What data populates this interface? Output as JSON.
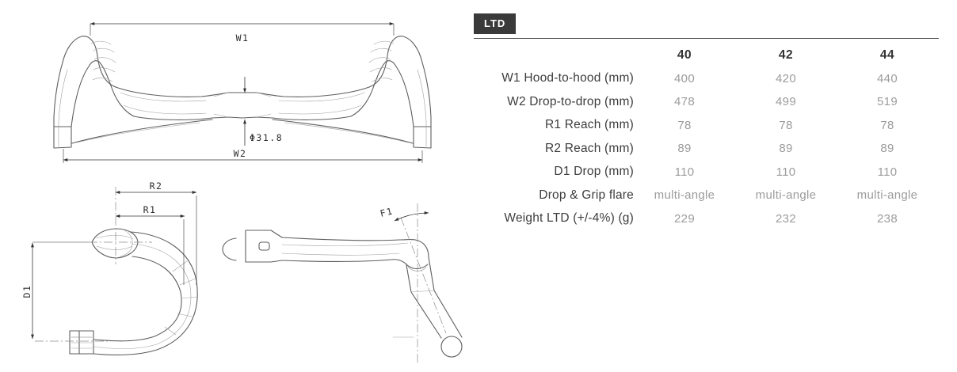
{
  "page": {
    "background": "#ffffff"
  },
  "diagram": {
    "description": "drop handlebar technical line drawing, three views with dimensions",
    "line_color": "#5f5f5f",
    "dimension_color": "#2e2e2e",
    "labels": {
      "w1": "W1",
      "w2": "W2",
      "clamp_diameter": "Φ31.8",
      "r1": "R1",
      "r2": "R2",
      "d1": "D1",
      "f1": "F1"
    }
  },
  "spec_table": {
    "badge": "LTD",
    "badge_bg": "#3a3a3a",
    "badge_color": "#ffffff",
    "columns": [
      "40",
      "42",
      "44"
    ],
    "rows": [
      {
        "label": "W1 Hood-to-hood (mm)",
        "values": [
          "400",
          "420",
          "440"
        ]
      },
      {
        "label": "W2 Drop-to-drop (mm)",
        "values": [
          "478",
          "499",
          "519"
        ]
      },
      {
        "label": "R1 Reach (mm)",
        "values": [
          "78",
          "78",
          "78"
        ]
      },
      {
        "label": "R2 Reach (mm)",
        "values": [
          "89",
          "89",
          "89"
        ]
      },
      {
        "label": "D1 Drop (mm)",
        "values": [
          "110",
          "110",
          "110"
        ]
      },
      {
        "label": "Drop & Grip flare",
        "values": [
          "multi-angle",
          "multi-angle",
          "multi-angle"
        ]
      },
      {
        "label": "Weight LTD (+/-4%) (g)",
        "values": [
          "229",
          "232",
          "238"
        ]
      }
    ]
  }
}
